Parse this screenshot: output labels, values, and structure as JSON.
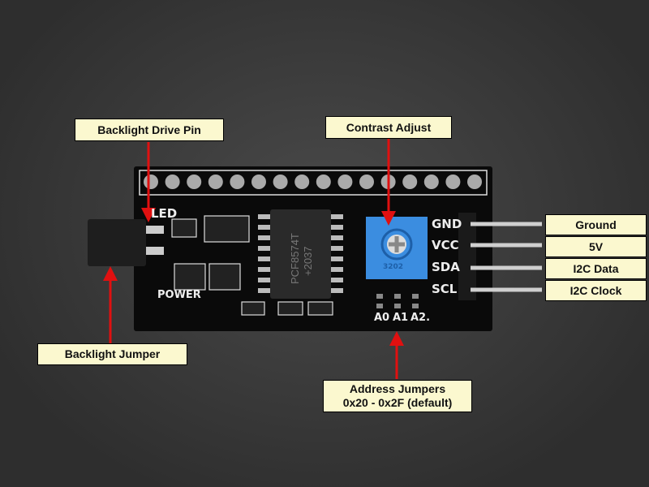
{
  "callouts": {
    "backlight_drive_pin": "Backlight Drive Pin",
    "contrast_adjust": "Contrast Adjust",
    "ground": "Ground",
    "vcc": "5V",
    "i2c_data": "I2C Data",
    "i2c_clock": "I2C Clock",
    "backlight_jumper": "Backlight Jumper",
    "address_jumpers_line1": "Address Jumpers",
    "address_jumpers_line2": "0x20 - 0x2F (default)"
  },
  "silkscreen": {
    "led": "LED",
    "power": "POWER",
    "gnd": "GND",
    "vcc": "VCC",
    "sda": "SDA",
    "scl": "SCL",
    "a0": "A0",
    "a1": "A1",
    "a2": "A2.",
    "chip_line1": "PCF8574T",
    "chip_line2": "+2037",
    "pot": "3202"
  },
  "colors": {
    "arrow": "#e01010",
    "label_bg": "#fbf8cf",
    "pcb": "#0a0a0a",
    "pot": "#3b8de0"
  }
}
